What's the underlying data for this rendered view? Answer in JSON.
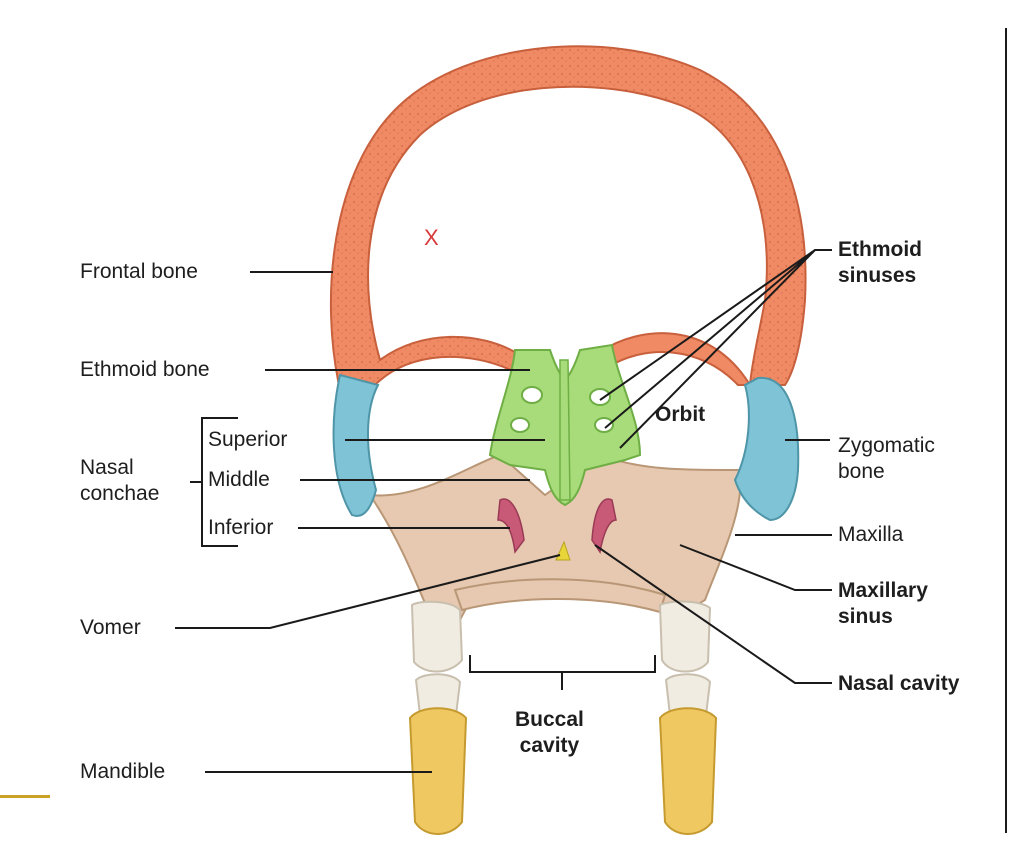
{
  "diagram": {
    "labels": {
      "frontal_bone": "Frontal bone",
      "ethmoid_bone": "Ethmoid bone",
      "nasal_conchae": "Nasal\nconchae",
      "superior": "Superior",
      "middle": "Middle",
      "inferior": "Inferior",
      "vomer": "Vomer",
      "mandible": "Mandible",
      "ethmoid_sinuses": "Ethmoid\nsinuses",
      "orbit": "Orbit",
      "zygomatic_bone": "Zygomatic\nbone",
      "maxilla": "Maxilla",
      "maxillary_sinus": "Maxillary\nsinus",
      "nasal_cavity": "Nasal cavity",
      "buccal_cavity": "Buccal\ncavity"
    },
    "annotation_mark": "X",
    "colors": {
      "frontal_bone": "#ef8a64",
      "ethmoid_bone": "#a8dc7a",
      "zygomatic_bone": "#7ec3d6",
      "maxilla": "#e6c9b0",
      "inferior_concha": "#c85a78",
      "vomer": "#e8d53a",
      "teeth": "#f1ece2",
      "mandible": "#f0c862",
      "leader_lines": "#1a1a1a"
    }
  }
}
